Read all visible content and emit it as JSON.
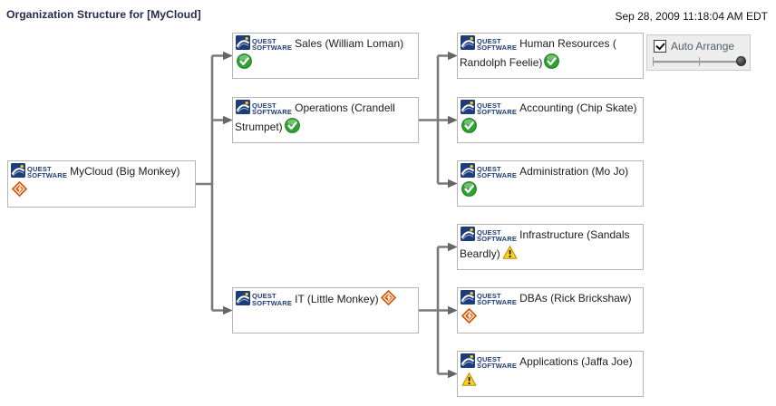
{
  "header": {
    "title": "Organization Structure for [MyCloud]",
    "timestamp": "Sep 28, 2009 11:18:04 AM EDT"
  },
  "controls": {
    "auto_arrange_label": "Auto Arrange",
    "auto_arrange_checked": true,
    "zoom_slider_position": 0.92
  },
  "brand": {
    "name": "Quest Software",
    "line1": "QUEST",
    "line2": "SOFTWARE"
  },
  "chart": {
    "type": "org-tree",
    "nodes": [
      {
        "id": "mycloud",
        "label": "MyCloud (Big Monkey)",
        "status": "error"
      },
      {
        "id": "sales",
        "label": "Sales (William Loman)",
        "status": "ok"
      },
      {
        "id": "operations",
        "label": "Operations (Crandell Strumpet)",
        "status": "ok"
      },
      {
        "id": "it",
        "label": "IT (Little Monkey)",
        "status": "error"
      },
      {
        "id": "hr",
        "label": "Human Resources ( Randolph Feelie)",
        "status": "ok"
      },
      {
        "id": "accounting",
        "label": "Accounting (Chip Skate)",
        "status": "ok"
      },
      {
        "id": "administration",
        "label": "Administration (Mo Jo)",
        "status": "ok"
      },
      {
        "id": "infrastructure",
        "label": "Infrastructure (Sandals Beardly)",
        "status": "warning"
      },
      {
        "id": "dbas",
        "label": "DBAs (Rick Brickshaw)",
        "status": "error"
      },
      {
        "id": "applications",
        "label": "Applications (Jaffa Joe)",
        "status": "warning"
      }
    ],
    "edges": [
      [
        "mycloud",
        "sales"
      ],
      [
        "mycloud",
        "operations"
      ],
      [
        "mycloud",
        "it"
      ],
      [
        "operations",
        "hr"
      ],
      [
        "operations",
        "accounting"
      ],
      [
        "operations",
        "administration"
      ],
      [
        "it",
        "infrastructure"
      ],
      [
        "it",
        "dbas"
      ],
      [
        "it",
        "applications"
      ]
    ]
  },
  "colors": {
    "title_text": "#232c4e",
    "brand_navy": "#1e3c78",
    "status_ok": "#2fa12f",
    "status_warning": "#fed01f",
    "status_error": "#e9610f",
    "connector": "#7a7a7a",
    "panel_bg": "#ededed"
  }
}
